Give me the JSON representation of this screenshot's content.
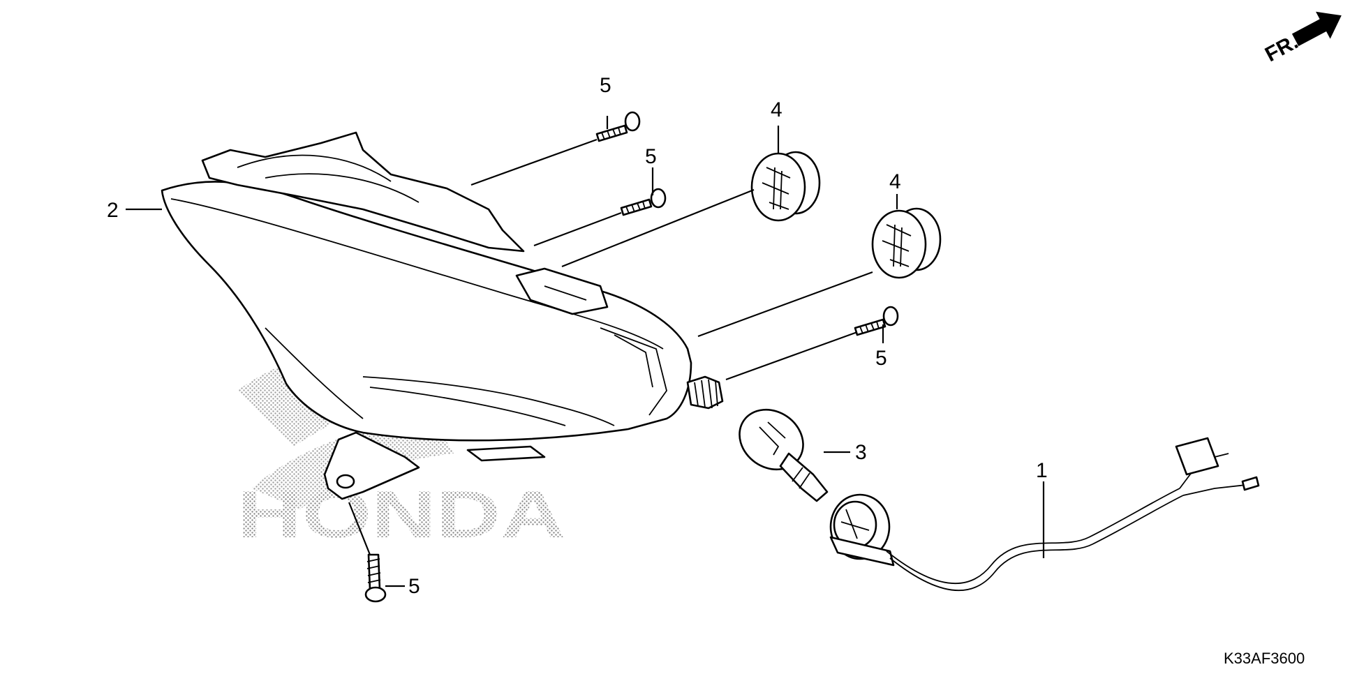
{
  "watermark": {
    "text": "HONDA"
  },
  "direction": {
    "label": "FR."
  },
  "drawing_code": "K33AF3600",
  "callouts": {
    "c1": "1",
    "c2": "2",
    "c3": "3",
    "c4a": "4",
    "c4b": "4",
    "c5a": "5",
    "c5b": "5",
    "c5c": "5",
    "c5d": "5"
  },
  "colors": {
    "line": "#000000",
    "background": "#ffffff",
    "watermark": "#bdbdbd"
  }
}
